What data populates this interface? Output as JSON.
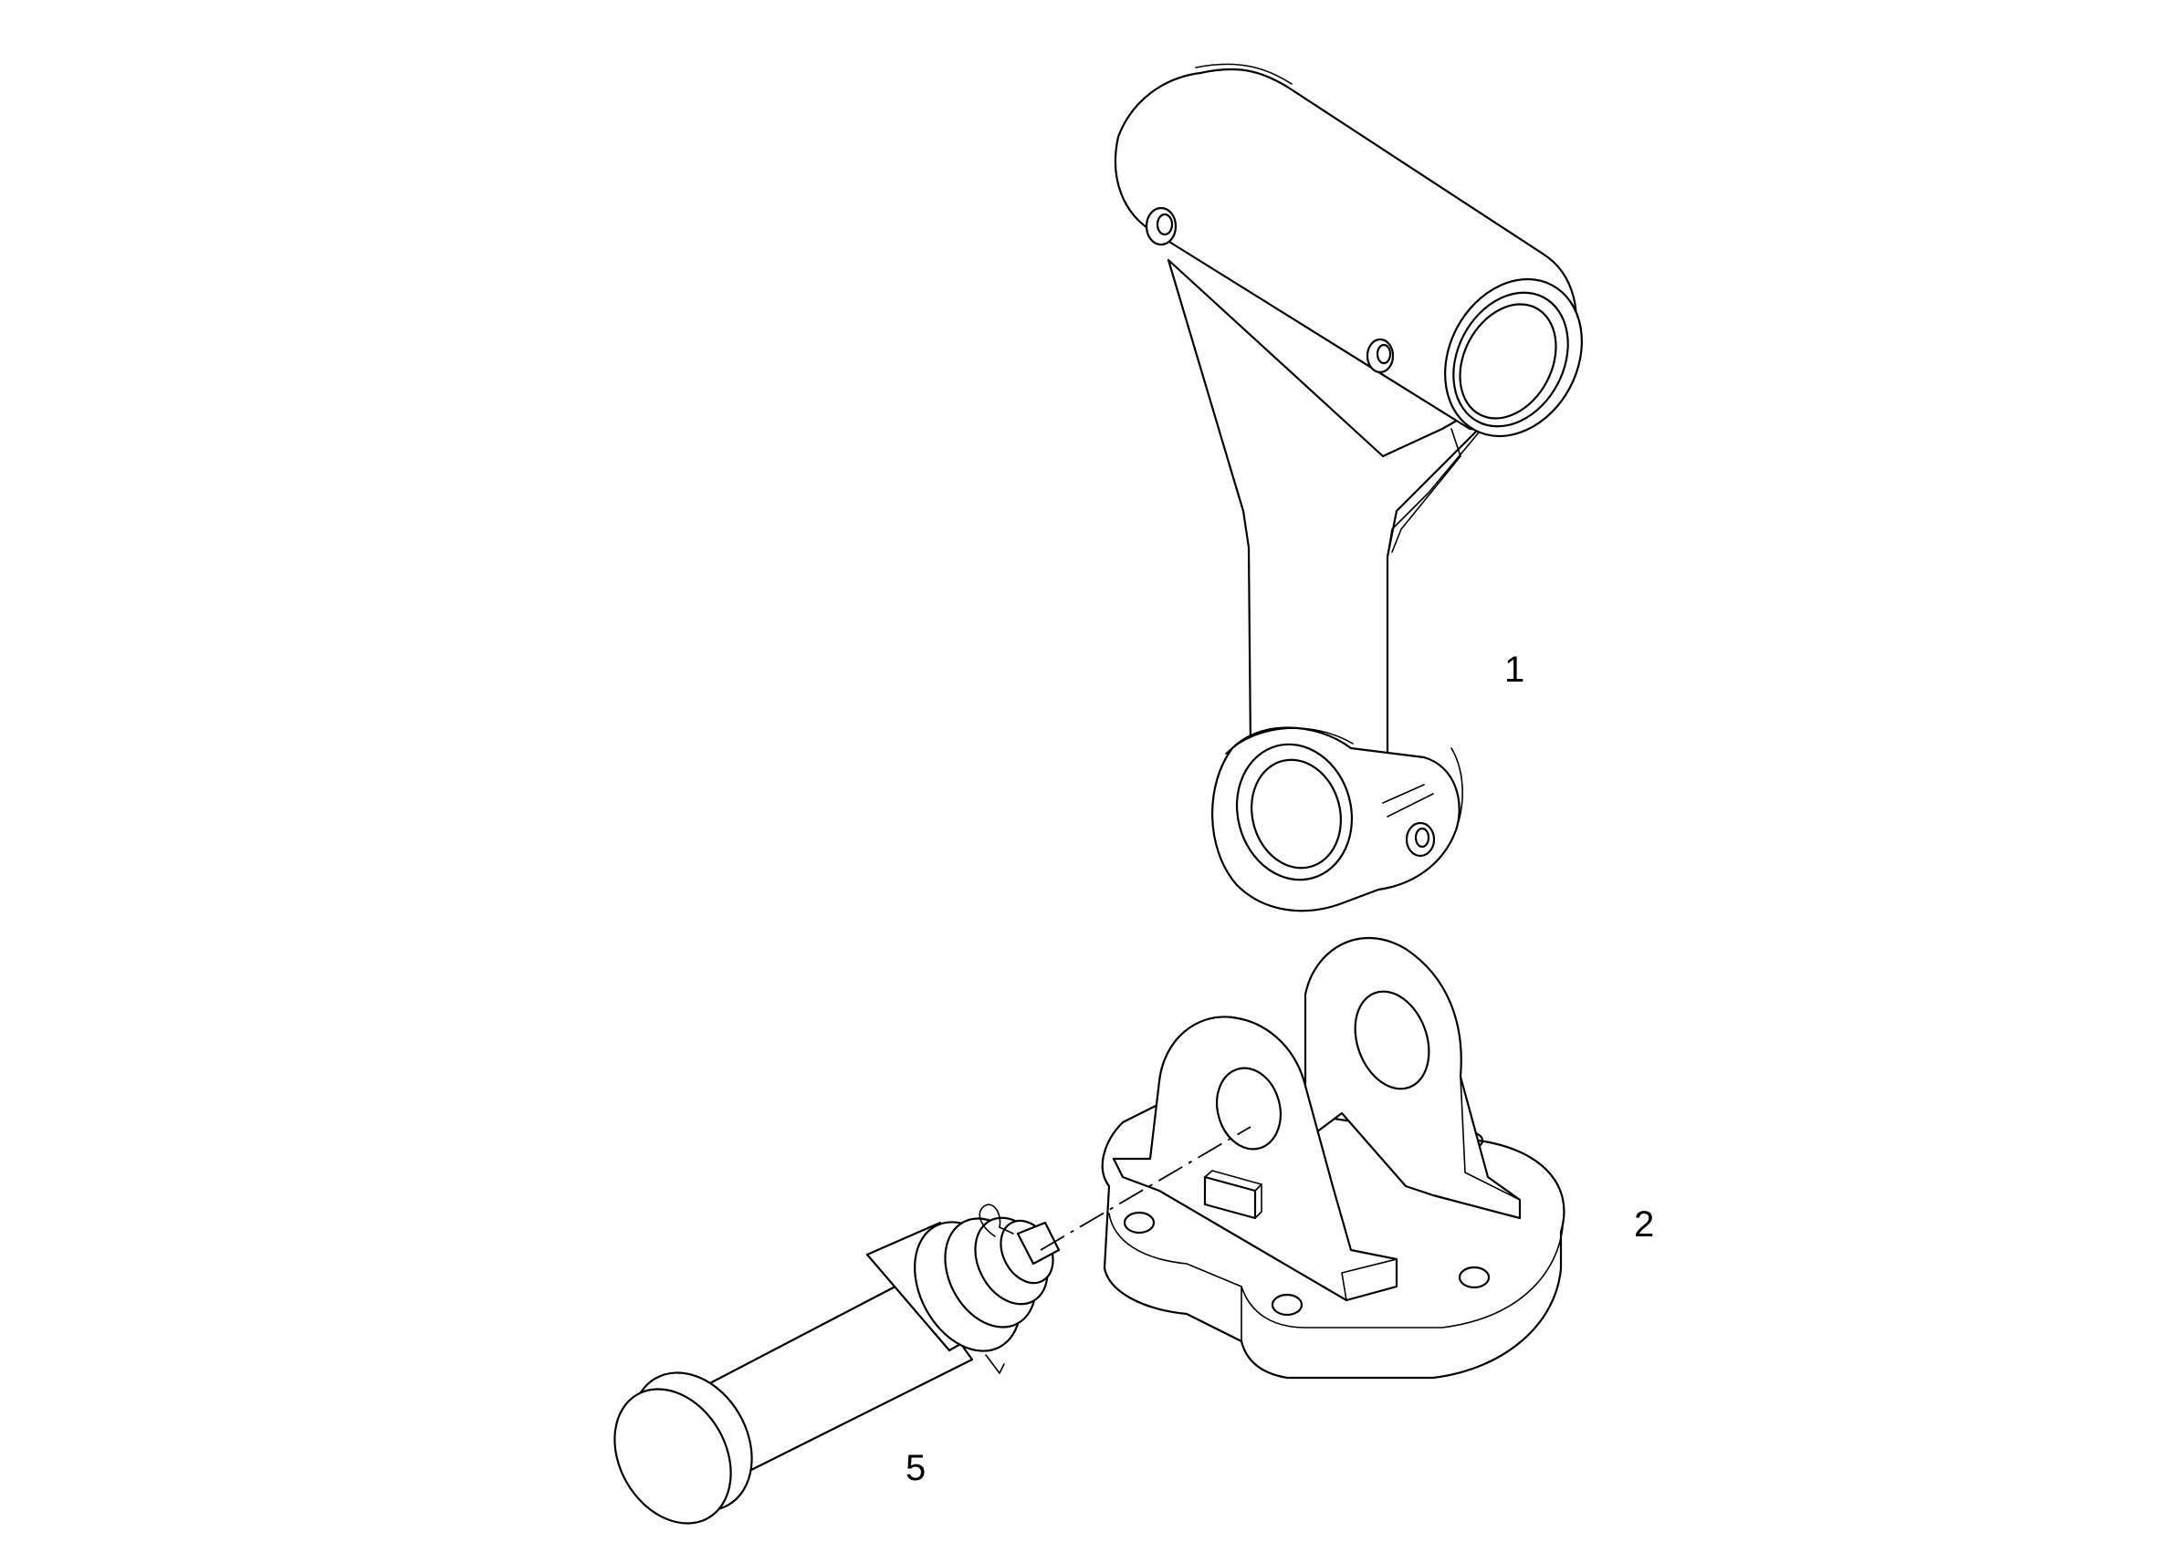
{
  "callouts": {
    "part_1": "1",
    "part_2": "2",
    "part_5": "5"
  },
  "colors": {
    "line": "#000000",
    "background": "#ffffff"
  }
}
